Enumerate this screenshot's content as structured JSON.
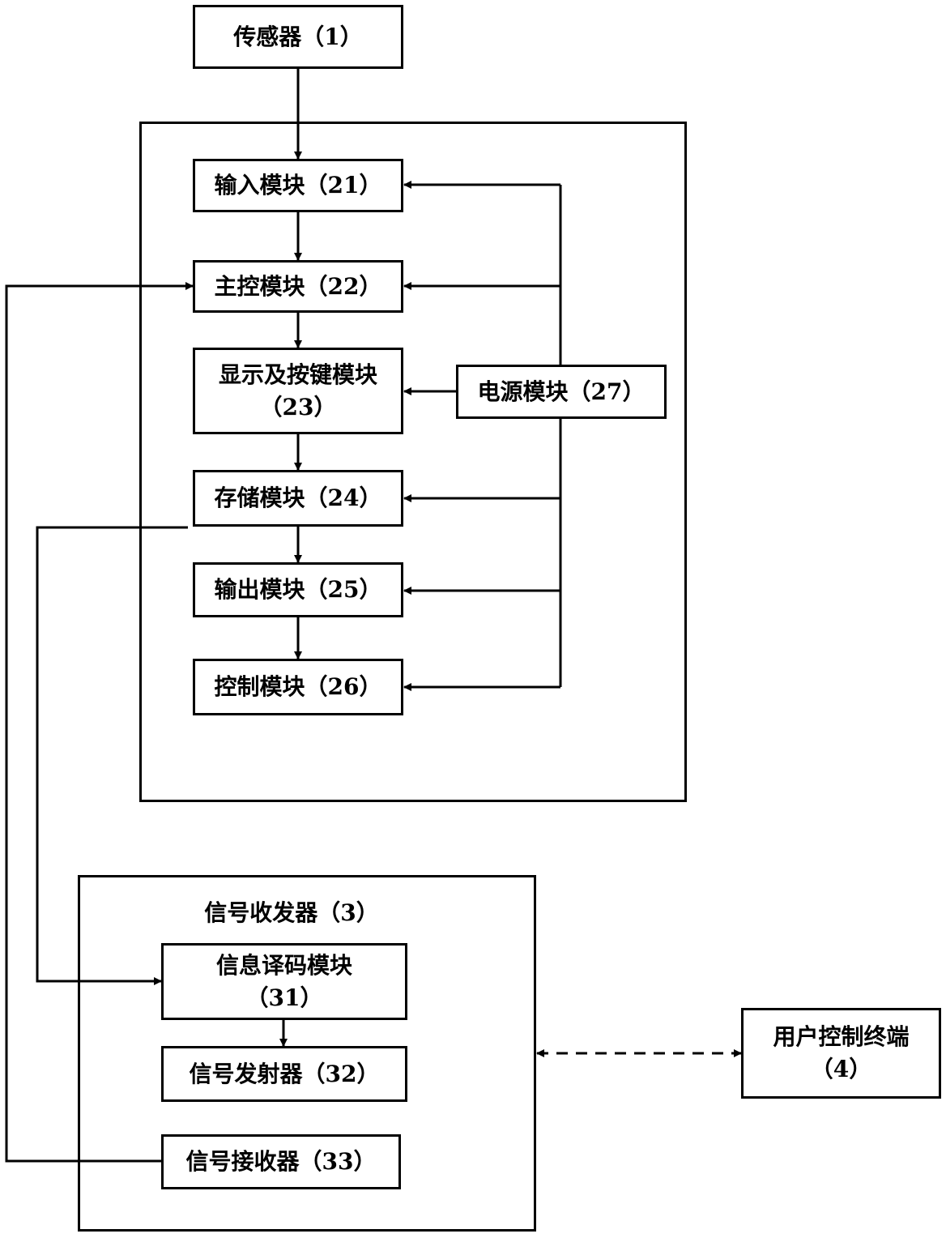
{
  "sensor": {
    "label": "传感器（1）"
  },
  "controller": {
    "input_module": "输入模块（21）",
    "main_control_module": "主控模块（22）",
    "display_keys_module": {
      "line1": "显示及按键模块",
      "line2": "（23）"
    },
    "storage_module": "存储模块（24）",
    "output_module": "输出模块（25）",
    "control_module": "控制模块（26）",
    "power_module": "电源模块（27）"
  },
  "transceiver": {
    "title": "信号收发器（3）",
    "decoder_module": {
      "line1": "信息译码模块",
      "line2": "（31）"
    },
    "transmitter": "信号发射器（32）",
    "receiver": "信号接收器（33）"
  },
  "user_terminal": {
    "line1": "用户控制终端",
    "line2": "（4）"
  }
}
